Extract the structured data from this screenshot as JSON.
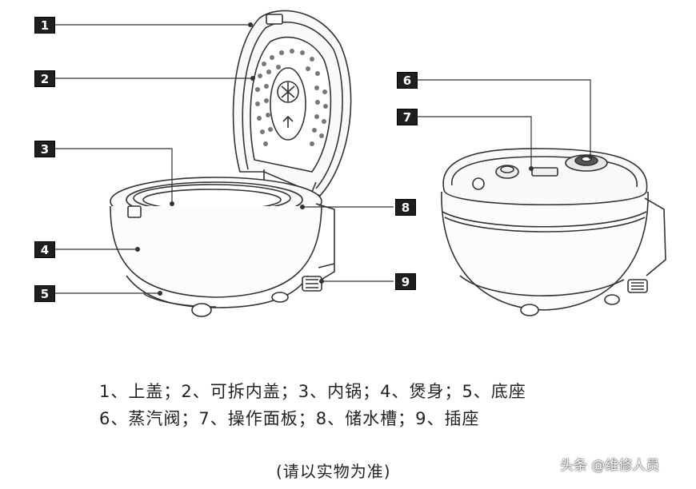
{
  "labels": [
    "1",
    "2",
    "3",
    "4",
    "5",
    "6",
    "7",
    "8",
    "9"
  ],
  "legend": {
    "line1": "1、上盖；2、可拆内盖；3、内锅；4、煲身；5、底座",
    "line2": "6、蒸汽阀；7、操作面板；8、储水槽；9、插座"
  },
  "note": "(请以实物为准)",
  "watermark": "头条 @维修人员"
}
